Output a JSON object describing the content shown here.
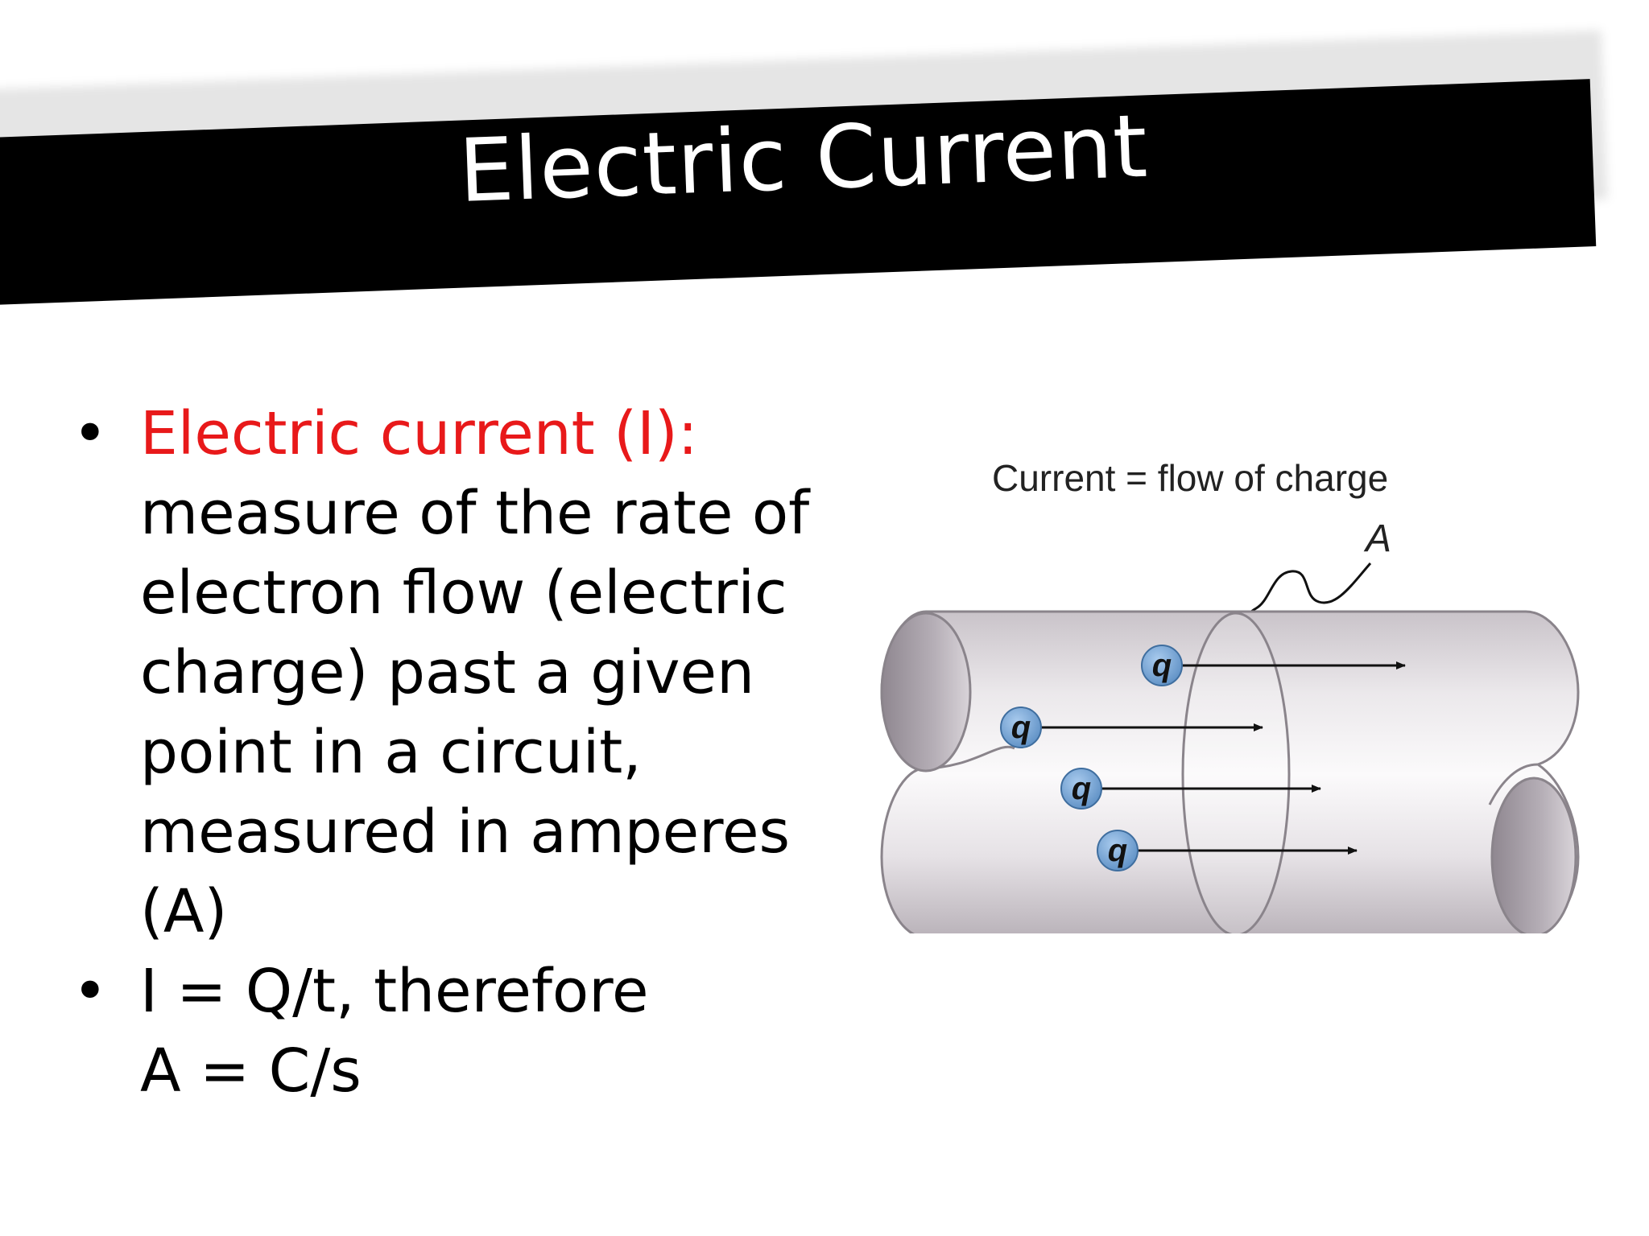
{
  "title": "Electric Current",
  "colors": {
    "banner": "#000000",
    "term": "#e8191a",
    "charge_fill": "#7ba9d6",
    "tube": "#dcd8dc"
  },
  "bullets": [
    {
      "term": "Electric current (I):",
      "lines": [
        "measure of the rate of",
        "electron flow (electric",
        "charge) past a given",
        "point in a circuit,",
        "measured in amperes",
        "(A)"
      ]
    },
    {
      "lines": [
        "I = Q/t, therefore",
        "A = C/s"
      ]
    }
  ],
  "diagram": {
    "caption": "Current  =  flow of charge",
    "area_label": "A",
    "charge_label": "q"
  }
}
